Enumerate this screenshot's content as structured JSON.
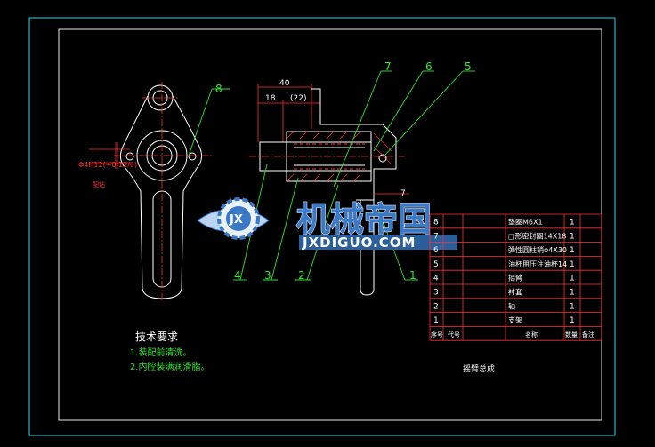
{
  "colors": {
    "background": "#000000",
    "border": "#26d7e6",
    "part": "#ffffff",
    "leader": "#2ee82e",
    "dimension": "#ff3030",
    "hatch": "#ff3030",
    "table_line": "#ff3030",
    "table_text": "#ffffff",
    "notes": "#ffffff",
    "notes_items": "#2ee82e",
    "watermark": "#3a78c8"
  },
  "balloons": [
    "8",
    "7",
    "6",
    "5",
    "4",
    "3",
    "2",
    "1"
  ],
  "dimensions": {
    "overall": "40",
    "inner": "18",
    "ref": "(22)",
    "tolerance_h": "7",
    "fit": "Φ4H12(+0.12/0)",
    "section_label": "配钻"
  },
  "watermark": {
    "logo_text": "JX",
    "cn": "机械帝国",
    "en": "JXDIGUO.COM"
  },
  "notes": {
    "title": "技术要求",
    "items": [
      "1.装配前清洗。",
      "2.内腔装满润滑脂。"
    ]
  },
  "bom": {
    "rows": [
      {
        "no": "8",
        "name": "垫圈M6X1",
        "qty": "1"
      },
      {
        "no": "7",
        "name": "□形密封圈14X18",
        "qty": "1"
      },
      {
        "no": "6",
        "name": "弹性圆柱销φ4X30",
        "qty": "1"
      },
      {
        "no": "5",
        "name": "油杯用压注油杯14",
        "qty": "1"
      },
      {
        "no": "4",
        "name": "摇臂",
        "qty": "1"
      },
      {
        "no": "3",
        "name": "衬套",
        "qty": "1"
      },
      {
        "no": "2",
        "name": "轴",
        "qty": "1"
      },
      {
        "no": "1",
        "name": "支架",
        "qty": "1"
      }
    ],
    "header": {
      "no": "序号",
      "code": "代号",
      "name": "名称",
      "qty": "数量",
      "note": "备注"
    },
    "caption": "摇臂总成"
  }
}
